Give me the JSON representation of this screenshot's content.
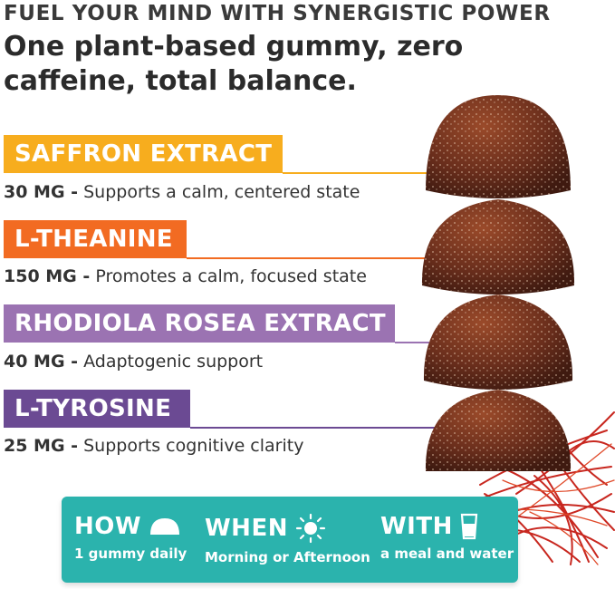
{
  "header": {
    "eyebrow": "FUEL YOUR MIND WITH SYNERGISTIC POWER",
    "headline": "One plant-based gummy, zero caffeine, total balance."
  },
  "ingredients": [
    {
      "name": "SAFFRON EXTRACT",
      "dose": "30 MG -",
      "benefit": "Supports a calm, centered state",
      "color": "#f7ad1e"
    },
    {
      "name": "L-THEANINE",
      "dose": "150 MG -",
      "benefit": "Promotes a calm, focused state",
      "color": "#f26b22"
    },
    {
      "name": "RHODIOLA ROSEA EXTRACT",
      "dose": "40 MG -",
      "benefit": "Adaptogenic support",
      "color": "#9b73b2"
    },
    {
      "name": "L-TYROSINE",
      "dose": "25 MG -",
      "benefit": "Supports cognitive clarity",
      "color": "#6b4a93"
    }
  ],
  "usage_panel": {
    "color": "#2bb3ad",
    "how": {
      "title": "HOW",
      "detail": "1 gummy daily",
      "icon": "gummy-icon"
    },
    "when": {
      "title": "WHEN",
      "detail": "Morning or Afternoon",
      "icon": "sun-icon"
    },
    "with": {
      "title": "WITH",
      "detail": "a meal and water",
      "icon": "water-glass-icon"
    }
  },
  "imagery": {
    "gummy_count": 4,
    "gummy_color": "#6a2e1c",
    "saffron_color": "#c8271f"
  }
}
